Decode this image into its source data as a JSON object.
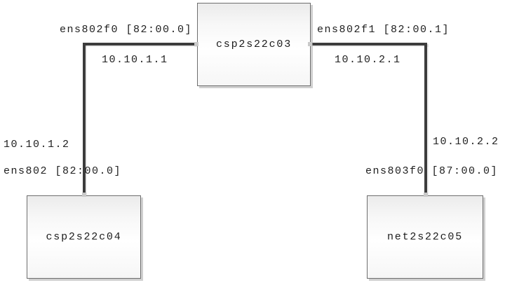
{
  "diagram": {
    "title": "network-topology-diagram",
    "colors": {
      "line": "#3c3c3c",
      "box_border": "#6e6e6e",
      "box_fill_top": "#ebebeb",
      "box_fill_bottom": "#f6f6f6",
      "text": "#1f1f1f",
      "background": "#ffffff"
    },
    "nodes": [
      {
        "id": "csp2s22c03",
        "label": "csp2s22c03",
        "position": "top-center"
      },
      {
        "id": "csp2s22c04",
        "label": "csp2s22c04",
        "position": "bottom-left"
      },
      {
        "id": "net2s22c05",
        "label": "net2s22c05",
        "position": "bottom-right"
      }
    ],
    "links": [
      {
        "from": "csp2s22c03",
        "to": "csp2s22c04",
        "from_interface": "ens802f0 [82:00.0]",
        "from_ip": "10.10.1.1",
        "to_ip": "10.10.1.2",
        "to_interface": "ens802 [82:00.0]"
      },
      {
        "from": "csp2s22c03",
        "to": "net2s22c05",
        "from_interface": "ens802f1 [82:00.1]",
        "from_ip": "10.10.2.1",
        "to_ip": "10.10.2.2",
        "to_interface": "ens803f0 [87:00.0]"
      }
    ]
  }
}
